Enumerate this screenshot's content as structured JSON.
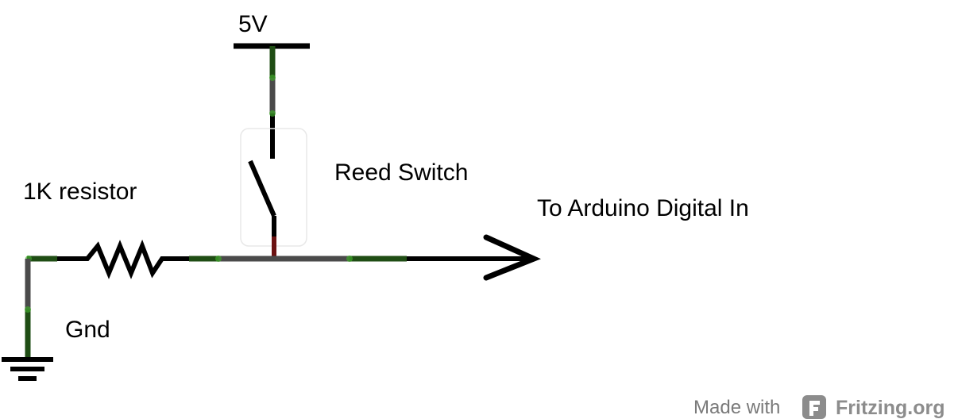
{
  "labels": {
    "supply": "5V",
    "switch": "Reed Switch",
    "resistor": "1K resistor",
    "output": "To Arduino Digital In",
    "ground": "Gnd"
  },
  "credit": {
    "prefix": "Made with",
    "brand": "Fritzing.org"
  },
  "colors": {
    "wire": "#000000",
    "lead": "#4a4a4a",
    "connector": "#1f4d14",
    "connector_dot": "#3fa52a",
    "switch_contact": "#6b1212",
    "credit": "#8c8c8c"
  },
  "icons": {
    "logo": "fritzing-logo-icon"
  }
}
